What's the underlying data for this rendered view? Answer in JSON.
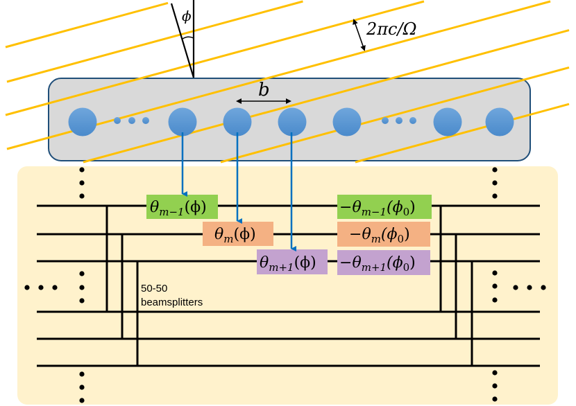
{
  "diagram": {
    "title_labels": {
      "angle": "ϕ",
      "wavelength": "2πc/Ω",
      "spacing": "b",
      "beamsplitter_line1": "50-50",
      "beamsplitter_line2": "beamsplitters"
    },
    "colors": {
      "wavefront": "#FFC000",
      "array_panel_fill": "#D9D9D9",
      "array_panel_border": "#1F4E79",
      "emitter": "#5B9BD5",
      "arrow": "#0070C0",
      "circuit_panel": "#FFF2CC",
      "phase_minus1": "#92D050",
      "phase_m": "#F4B183",
      "phase_plus1": "#C3A2CF"
    },
    "emitters": {
      "count_shown": 7,
      "ellipsis_groups": 2
    },
    "phase_shifters_left": [
      {
        "name": "theta-m-minus-1-phi",
        "base": "θ",
        "sub": "m−1",
        "arg": "(ϕ)",
        "prefix": ""
      },
      {
        "name": "theta-m-phi",
        "base": "θ",
        "sub": "m",
        "arg": "(ϕ)",
        "prefix": ""
      },
      {
        "name": "theta-m-plus-1-phi",
        "base": "θ",
        "sub": "m+1",
        "arg": "(ϕ)",
        "prefix": ""
      }
    ],
    "phase_shifters_right": [
      {
        "name": "minus-theta-m-minus-1-phi0",
        "base": "θ",
        "sub": "m−1",
        "arg": "(ϕ",
        "argsub": "0",
        "argclose": ")",
        "prefix": "−"
      },
      {
        "name": "minus-theta-m-phi0",
        "base": "θ",
        "sub": "m",
        "arg": "(ϕ",
        "argsub": "0",
        "argclose": ")",
        "prefix": "−"
      },
      {
        "name": "minus-theta-m-plus-1-phi0",
        "base": "θ",
        "sub": "m+1",
        "arg": "(ϕ",
        "argsub": "0",
        "argclose": ")",
        "prefix": "−"
      }
    ]
  }
}
